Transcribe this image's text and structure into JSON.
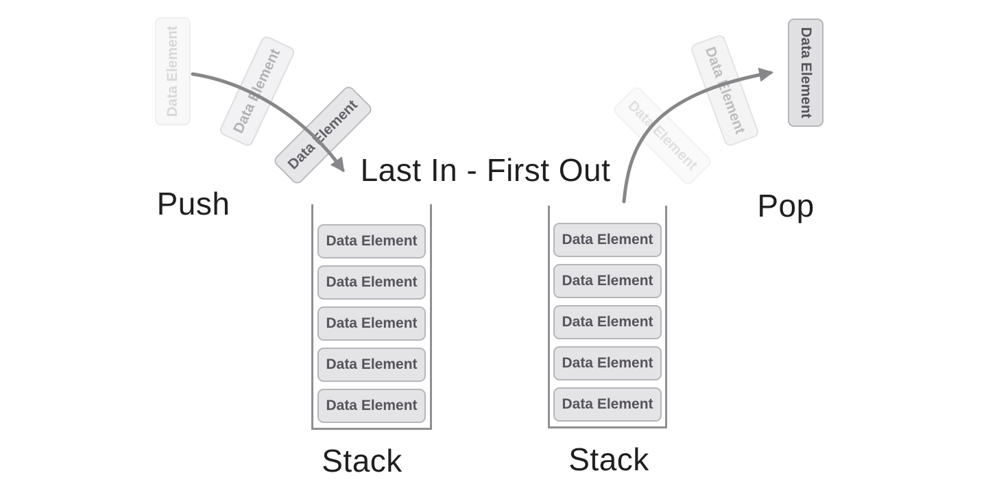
{
  "diagram": {
    "center_label": "Last In - First Out",
    "push_label": "Push",
    "pop_label": "Pop",
    "element_label": "Data Element",
    "left_stack": {
      "label": "Stack",
      "items": [
        "Data Element",
        "Data Element",
        "Data Element",
        "Data Element",
        "Data Element"
      ]
    },
    "right_stack": {
      "label": "Stack",
      "items": [
        "Data Element",
        "Data Element",
        "Data Element",
        "Data Element",
        "Data Element"
      ]
    },
    "colors": {
      "background": "#ffffff",
      "box_fill": "#e4e4e7",
      "box_border": "#b6b6ba",
      "box_text": "#54545b",
      "arrow": "#87878a",
      "stack_wall": "#8f8f92",
      "label_text": "#1f1f1f"
    }
  }
}
